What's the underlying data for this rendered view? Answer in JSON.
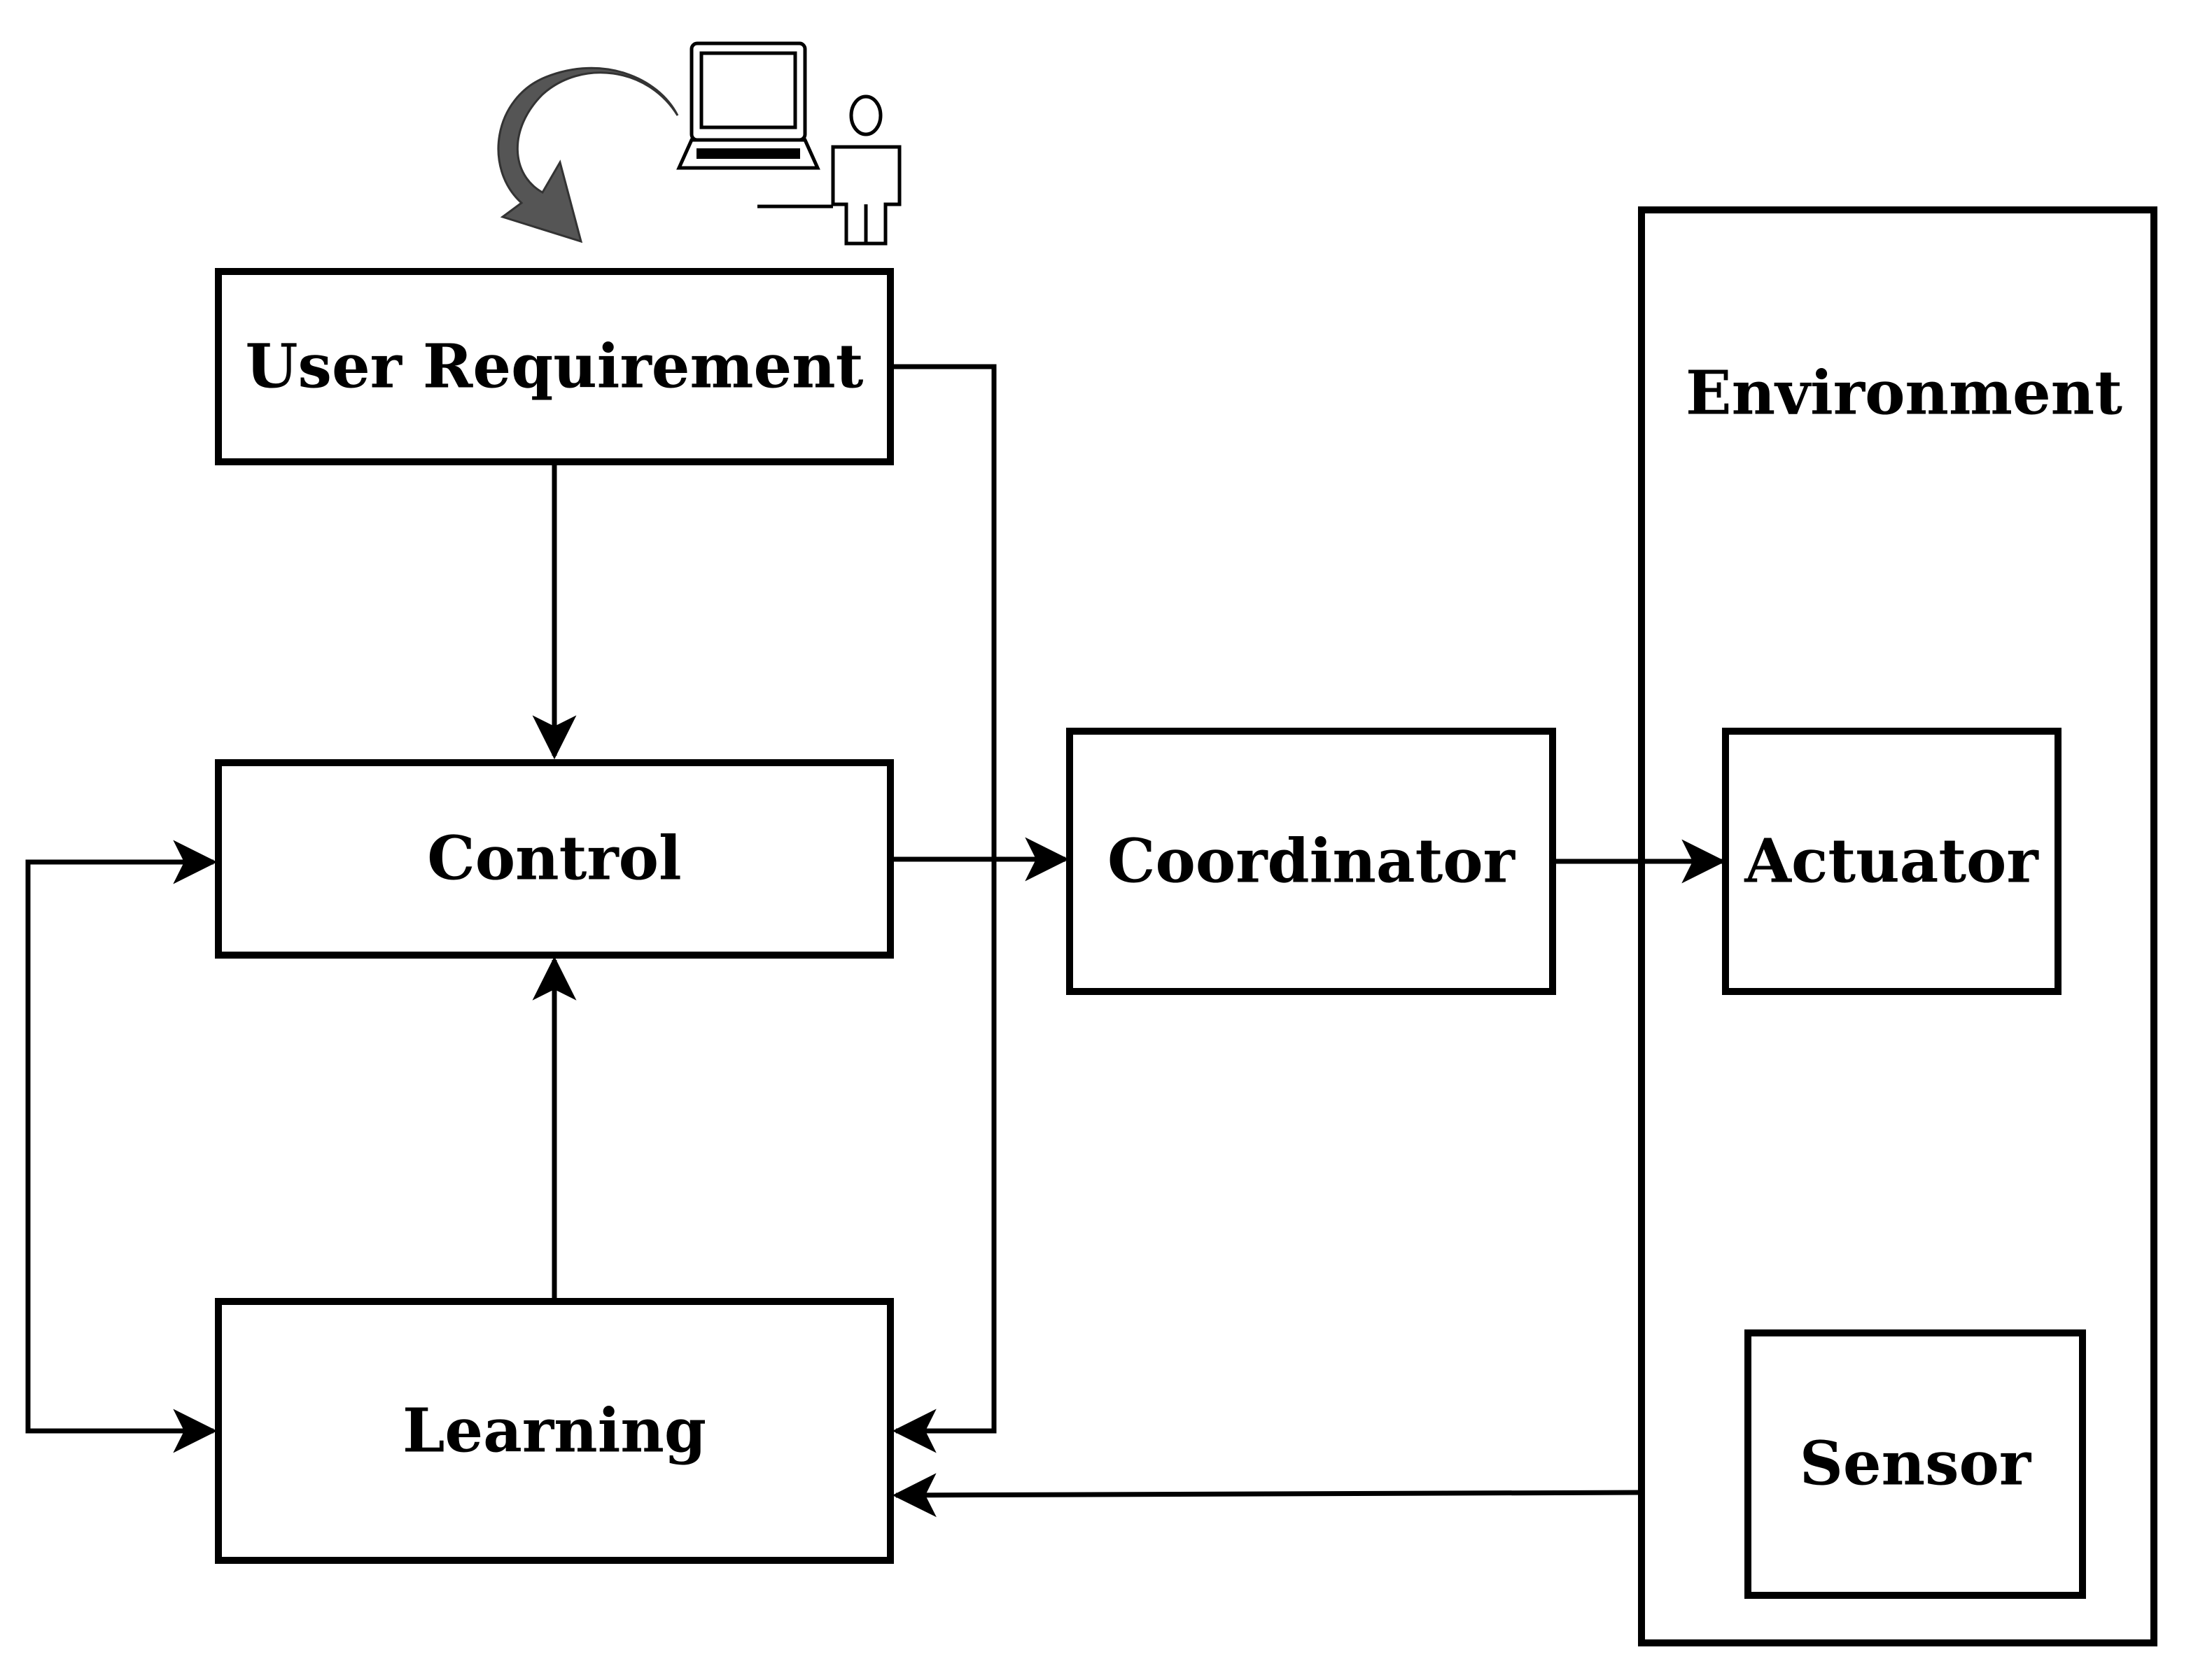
{
  "nodes": {
    "user_requirement": "User Requirement",
    "control": "Control",
    "learning": "Learning",
    "coordinator": "Coordinator",
    "environment": "Environment",
    "actuator": "Actuator",
    "sensor": "Sensor"
  },
  "icons": [
    "feedback-arrow-icon",
    "laptop-icon",
    "user-icon"
  ],
  "colors": {
    "stroke": "#000000",
    "background": "#ffffff",
    "feedback_arrow": "#555555"
  }
}
